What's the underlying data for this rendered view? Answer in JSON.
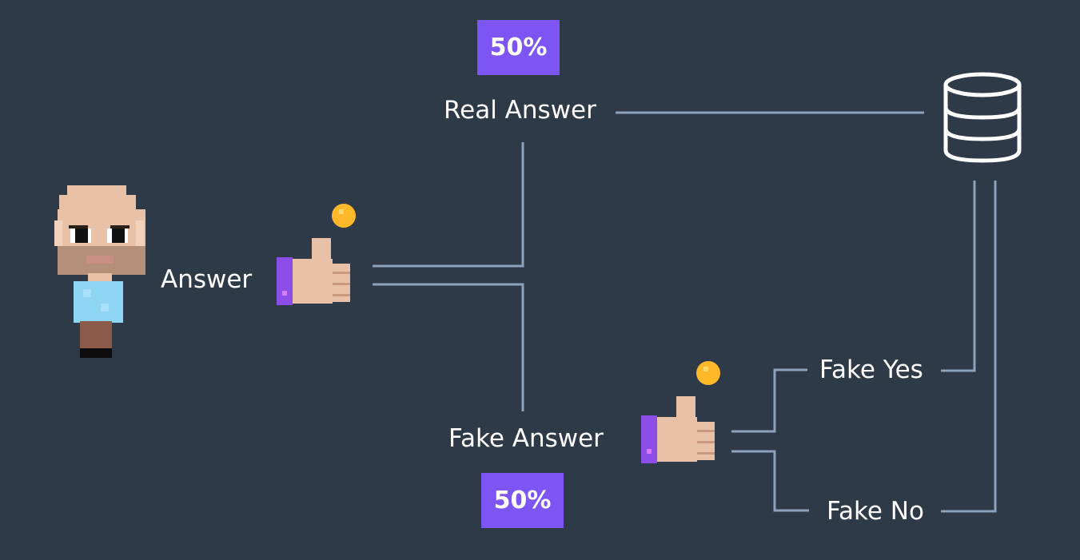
{
  "colors": {
    "background": "#2e3a48",
    "connector": "#8ea3bb",
    "text": "#ffffff",
    "badge": "#7e55f5",
    "badge_text": "#ffffff",
    "coin": "#ffb829",
    "skin": "#e8c1a6",
    "shirt": "#8dd5f3",
    "pants": "#8b5a4b",
    "sleeve": "#8c4de8"
  },
  "icons": {
    "person": "pixel-man-icon",
    "hand_1": "thumbs-up-icon",
    "hand_2": "thumbs-up-icon",
    "coin_1": "coin-icon",
    "coin_2": "coin-icon",
    "database": "database-icon"
  },
  "labels": {
    "answer": "Answer",
    "real_answer": "Real Answer",
    "fake_answer": "Fake Answer",
    "fake_yes": "Fake Yes",
    "fake_no": "Fake No"
  },
  "probabilities": {
    "real": "50%",
    "fake": "50%"
  }
}
